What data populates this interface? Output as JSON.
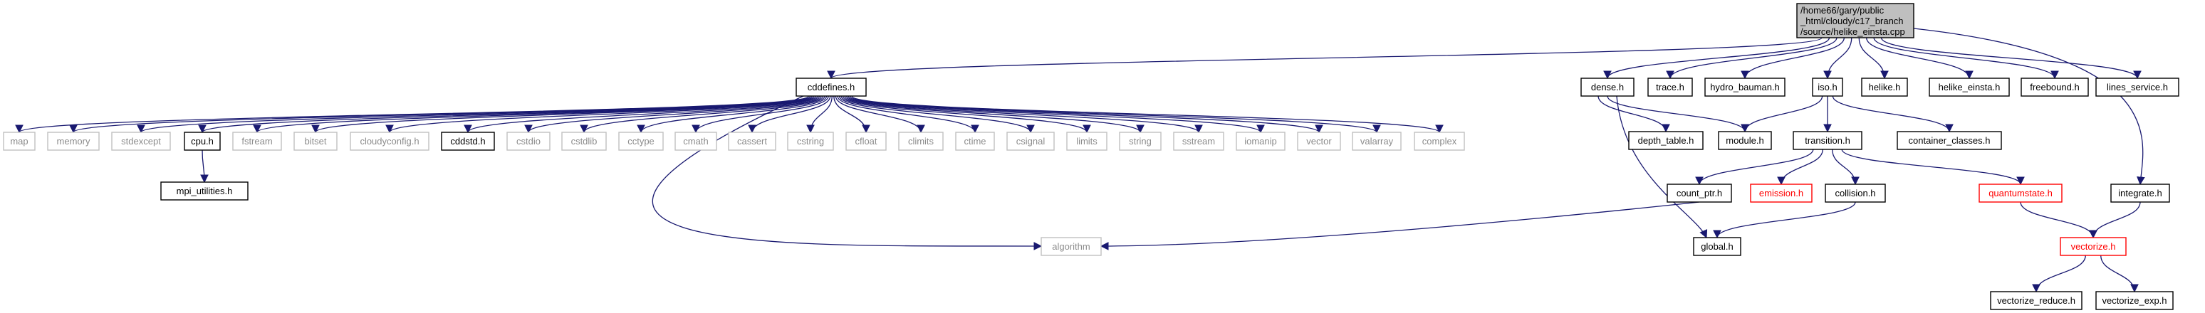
{
  "root": {
    "lines": [
      "/home66/gary/public",
      "_html/cloudy/c17_branch",
      "/source/helike_einsta.cpp"
    ]
  },
  "nodes": {
    "cddefines_h": "cddefines.h",
    "dense_h": "dense.h",
    "trace_h": "trace.h",
    "hydro_bauman_h": "hydro_bauman.h",
    "iso_h": "iso.h",
    "helike_h": "helike.h",
    "helike_einsta_h": "helike_einsta.h",
    "freebound_h": "freebound.h",
    "lines_service_h": "lines_service.h",
    "map": "map",
    "memory": "memory",
    "stdexcept": "stdexcept",
    "cpu_h": "cpu.h",
    "fstream": "fstream",
    "bitset": "bitset",
    "cloudyconfig_h": "cloudyconfig.h",
    "cddstd_h": "cddstd.h",
    "cstdio": "cstdio",
    "cstdlib": "cstdlib",
    "cctype": "cctype",
    "cmath": "cmath",
    "cassert": "cassert",
    "cstring": "cstring",
    "cfloat": "cfloat",
    "climits": "climits",
    "ctime": "ctime",
    "csignal": "csignal",
    "limits": "limits",
    "string": "string",
    "sstream": "sstream",
    "iomanip": "iomanip",
    "vector": "vector",
    "valarray": "valarray",
    "complex": "complex",
    "mpi_utilities_h": "mpi_utilities.h",
    "algorithm": "algorithm",
    "depth_table_h": "depth_table.h",
    "module_h": "module.h",
    "transition_h": "transition.h",
    "container_classes_h": "container_classes.h",
    "count_ptr_h": "count_ptr.h",
    "emission_h": "emission.h",
    "collision_h": "collision.h",
    "quantumstate_h": "quantumstate.h",
    "global_h": "global.h",
    "integrate_h": "integrate.h",
    "vectorize_h": "vectorize.h",
    "vectorize_reduce_h": "vectorize_reduce.h",
    "vectorize_exp_h": "vectorize_exp.h"
  },
  "colors": {
    "edge": "#191970",
    "root_fill": "#bfbfbf",
    "external_border": "#c0c0c0",
    "external_text": "#8c8c8c",
    "incomplete_border": "#ff0000"
  }
}
